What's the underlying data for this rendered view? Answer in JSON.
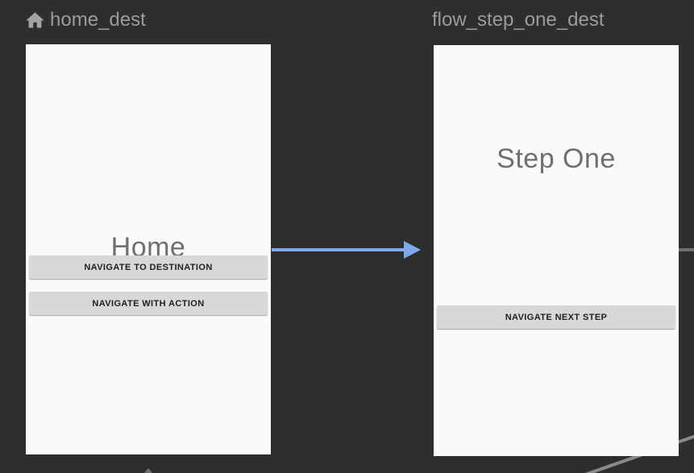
{
  "editor": {
    "surface": "navigation-graph"
  },
  "destinations": [
    {
      "id": "home_dest",
      "label": "home_dest",
      "is_start_destination": true,
      "screen": {
        "title": "Home",
        "buttons": [
          "NAVIGATE TO DESTINATION",
          "NAVIGATE WITH ACTION"
        ]
      }
    },
    {
      "id": "flow_step_one_dest",
      "label": "flow_step_one_dest",
      "is_start_destination": false,
      "screen": {
        "title": "Step One",
        "buttons": [
          "NAVIGATE NEXT STEP"
        ]
      }
    }
  ],
  "connections": [
    {
      "from": "home_dest",
      "to": "flow_step_one_dest",
      "style": "action-arrow-blue"
    },
    {
      "from": "flow_step_one_dest",
      "to": "offscreen-right",
      "style": "edge-gray"
    },
    {
      "from": "offscreen-bottom-right",
      "to": "offscreen",
      "style": "edge-gray-diagonal"
    },
    {
      "from": "offscreen-bottom",
      "to": "home_dest",
      "style": "edge-gray-arrowhead"
    }
  ],
  "colors": {
    "canvas_bg": "#2c2e30",
    "screen_bg": "#fafafa",
    "action_blue": "#7fa9ec",
    "edge_gray": "#8a8a8a",
    "edge_gray_dim": "#6f6f6f",
    "label_gray": "#9b9b9b",
    "icon_gray": "#a3a3a3",
    "title_gray": "#6f6f6f",
    "button_gray": "#d8d8d8",
    "button_text": "#212121"
  }
}
